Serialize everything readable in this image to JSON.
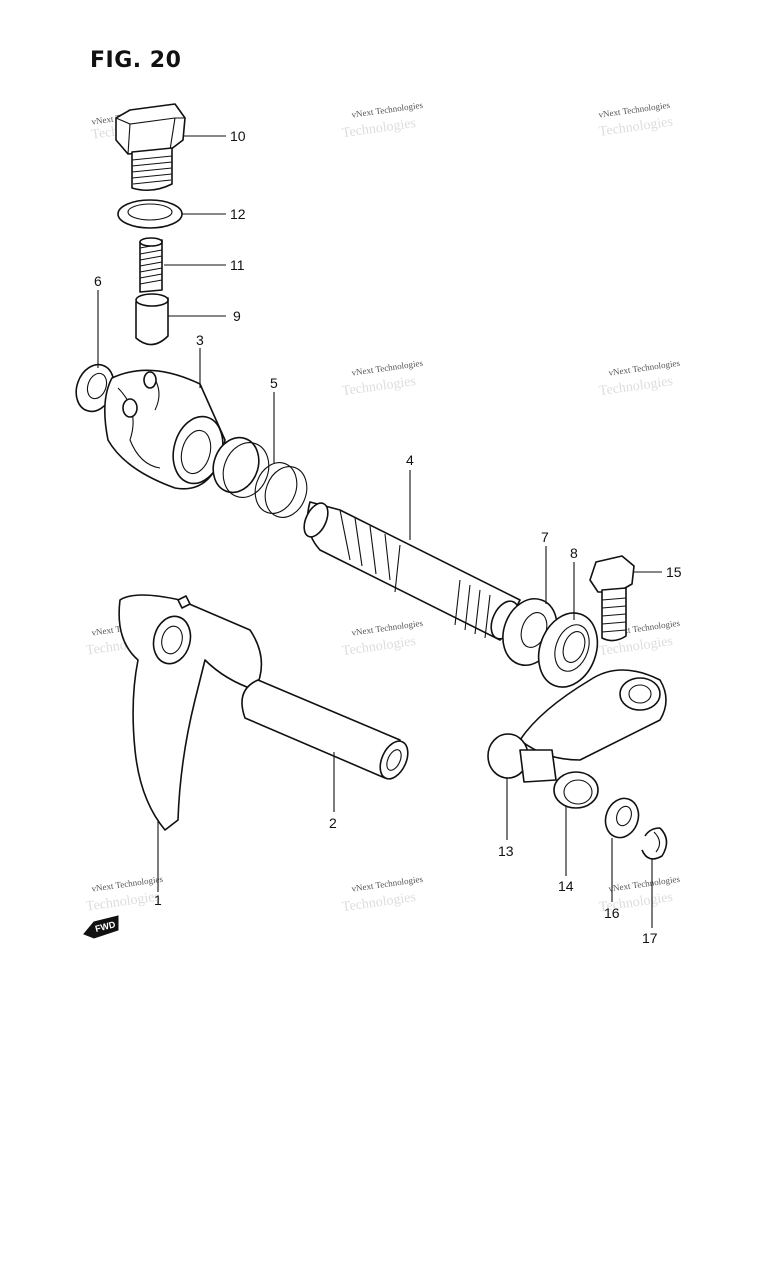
{
  "figure": {
    "title": "FIG. 20"
  },
  "watermark": {
    "text": "vNext Technologies",
    "ghost_text": "Technologies"
  },
  "fwd_label": "FWD",
  "callouts": {
    "p1": "1",
    "p2": "2",
    "p3": "3",
    "p4": "4",
    "p5": "5",
    "p6": "6",
    "p7": "7",
    "p8": "8",
    "p9": "9",
    "p10": "10",
    "p11": "11",
    "p12": "12",
    "p13": "13",
    "p14": "14",
    "p15": "15",
    "p16": "16",
    "p17": "17"
  }
}
